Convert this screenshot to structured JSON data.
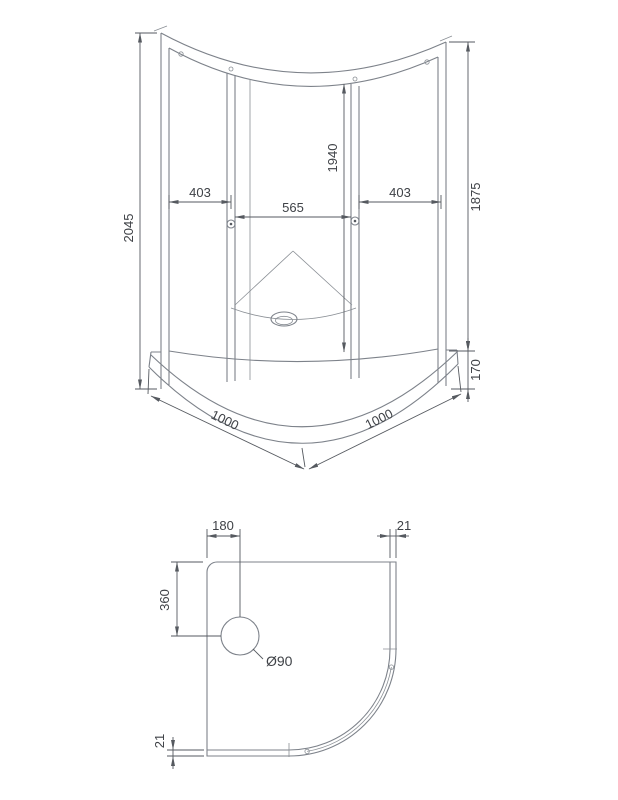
{
  "colors": {
    "background": "#ffffff",
    "geometry_line": "#7d828a",
    "dimension_line": "#565a60",
    "text": "#3f4247"
  },
  "front_view": {
    "total_height": "2045",
    "panel_width_left": "403",
    "panel_width_right": "403",
    "door_opening_width": "565",
    "door_height": "1940",
    "glass_height": "1875",
    "tray_height": "170",
    "side_length_left": "1000",
    "side_length_right": "1000"
  },
  "plan_view": {
    "drain_offset_from_wall": "180",
    "profile_width_top": "21",
    "drain_offset_from_top": "360",
    "drain_diameter": "Ø90",
    "profile_width_bottom": "21"
  }
}
